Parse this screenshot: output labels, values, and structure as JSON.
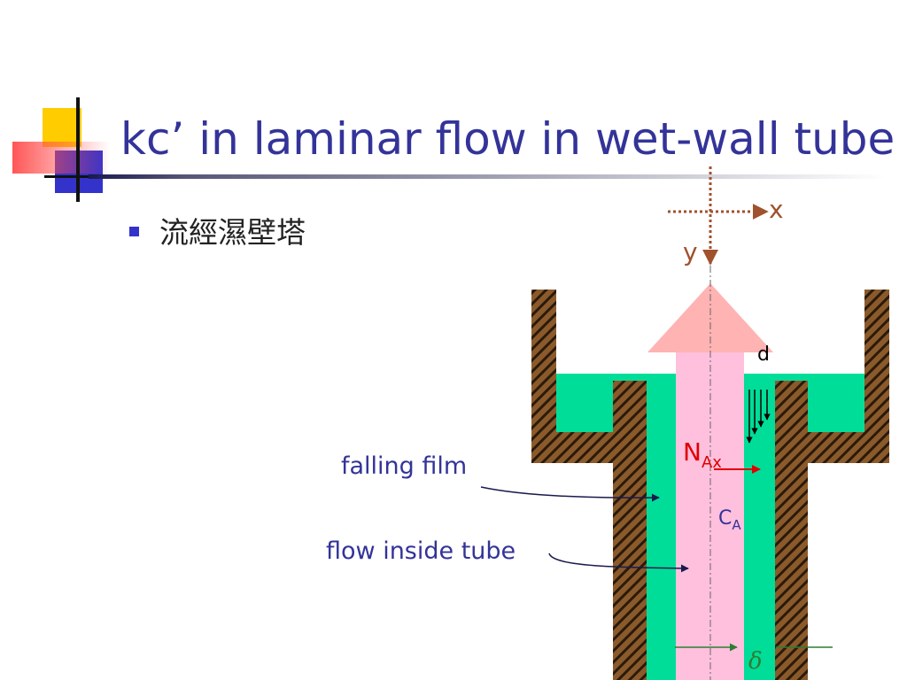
{
  "slide": {
    "title": "kc’ in laminar flow in wet-wall tube",
    "bullet": "流經濕壁塔"
  },
  "diagram": {
    "axis_x": "x",
    "axis_y": "y",
    "symbol_d": "d",
    "flux_label": "N",
    "flux_sub": "Ax",
    "conc_label": "C",
    "conc_sub": "A",
    "film_thickness": "δ",
    "falling_film": "falling film",
    "flow_inside": "flow inside tube"
  },
  "colors": {
    "title": "#333399",
    "bullet": "#3333cc",
    "film": "#00dd99",
    "gas_core": "#ffc0dd",
    "nozzle": "#ffb3b3",
    "wall": "#8b5a2b",
    "axis": "#a0522d",
    "flux": "#e00000",
    "label": "#333399"
  }
}
